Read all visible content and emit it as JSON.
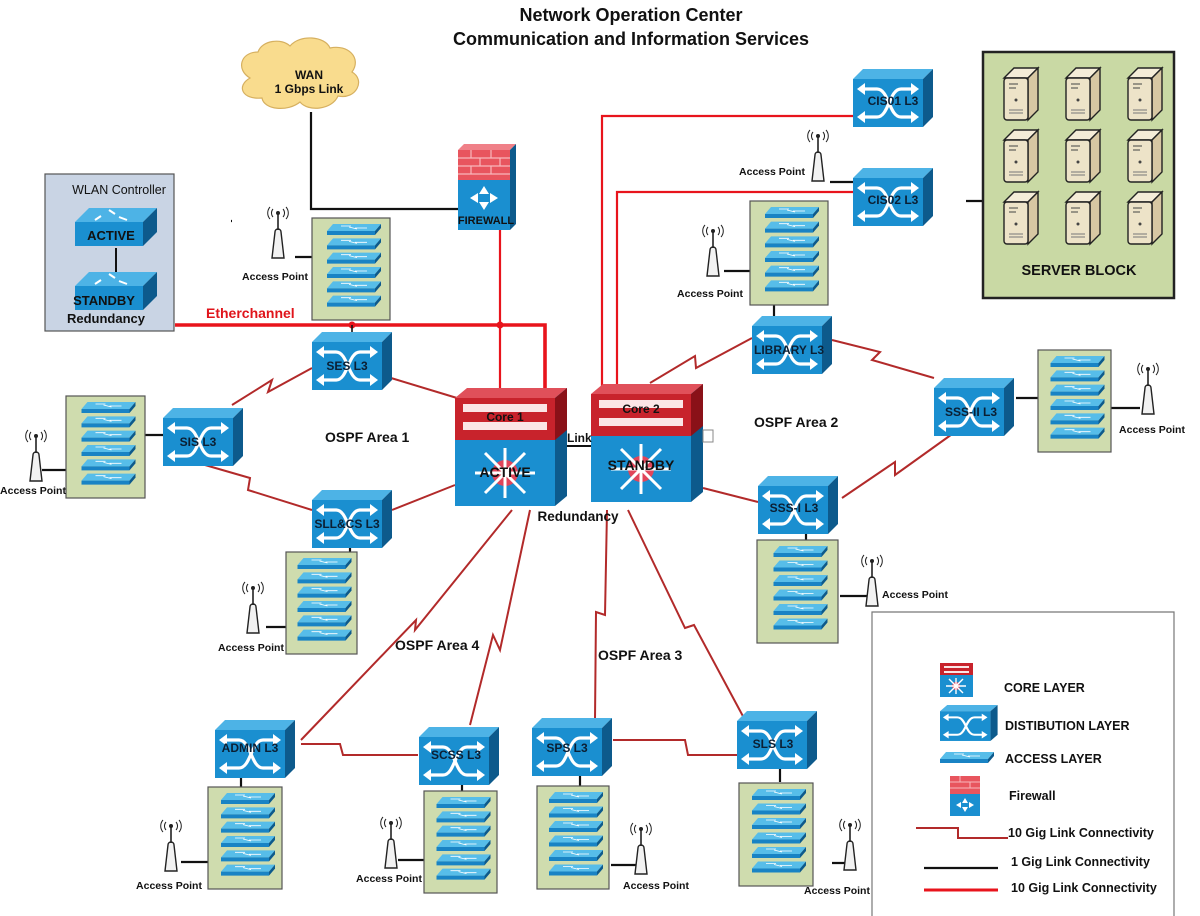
{
  "title": {
    "line1": "Network Operation Center",
    "line2": "Communication and Information Services"
  },
  "wan": {
    "line1": "WAN",
    "line2": "1 Gbps Link"
  },
  "firewall": {
    "label": "FIREWALL"
  },
  "wlan": {
    "title": "WLAN Controller",
    "active": "ACTIVE",
    "standby": "STANDBY",
    "redundancy": "Redundancy"
  },
  "etherchannel": "Etherchannel",
  "core": {
    "core1": {
      "name": "Core 1",
      "state": "ACTIVE"
    },
    "core2": {
      "name": "Core 2",
      "state": "STANDBY"
    },
    "link": "Link",
    "redundancy": "Redundancy"
  },
  "distribution": {
    "ses": "SES L3",
    "sis": "SIS L3",
    "sllcs": "SLL&CS L3",
    "library": "LIBRARY L3",
    "sss2": "SSS-II L3",
    "sss1": "SSS-I L3",
    "cis01": "CIS01 L3",
    "cis02": "CIS02 L3",
    "admin": "ADMIN L3",
    "scss": "SCSS L3",
    "sps": "SPS L3",
    "sls": "SLS L3"
  },
  "access_point_label": "Access Point",
  "areas": {
    "a1": "OSPF Area 1",
    "a2": "OSPF Area 2",
    "a3": "OSPF Area 3",
    "a4": "OSPF Area 4"
  },
  "server_block": {
    "label": "SERVER BLOCK",
    "server_count": 9
  },
  "legend": {
    "items": [
      {
        "icon": "core-switch-icon",
        "label": "CORE LAYER"
      },
      {
        "icon": "distribution-switch-icon",
        "label": "DISTIBUTION LAYER"
      },
      {
        "icon": "access-switch-icon",
        "label": "ACCESS LAYER"
      },
      {
        "icon": "firewall-icon",
        "label": "Firewall"
      },
      {
        "icon": "zigzag-red-line-icon",
        "label": "10 Gig Link Connectivity"
      },
      {
        "icon": "black-line-icon",
        "label": "1 Gig Link Connectivity"
      },
      {
        "icon": "thick-red-line-icon",
        "label": "10 Gig Link Connectivity"
      }
    ]
  },
  "colors": {
    "switch_blue": "#1a8fd0",
    "switch_dark": "#0f5f93",
    "core_red": "#c8232c",
    "link_red": "#b22a2a",
    "etherchannel_red": "#e8141c",
    "rack_green": "#cfdcae",
    "server_block_green": "#c9d9a4",
    "wlan_bg": "#c9d4e4",
    "cloud": "#f9dc8e"
  }
}
